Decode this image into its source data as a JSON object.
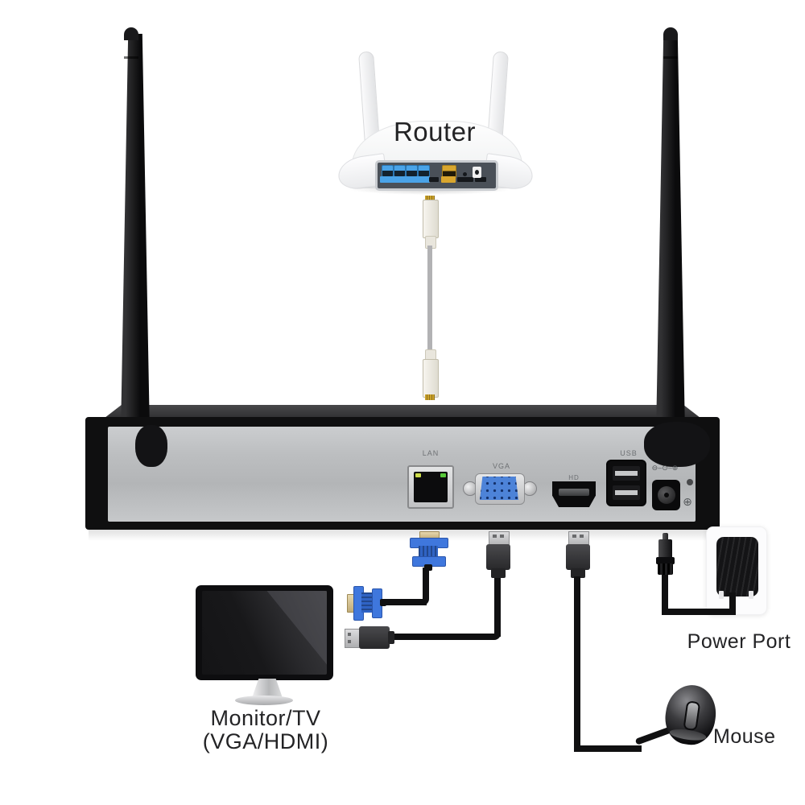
{
  "router": {
    "label": "Router"
  },
  "nvr": {
    "port_labels": {
      "lan": "LAN",
      "vga": "VGA",
      "hd": "HD",
      "usb": "USB"
    },
    "polarity_symbol": "⊖–⊙–⊕",
    "ground_symbol": "⊕"
  },
  "monitor": {
    "label_line1": "Monitor/TV",
    "label_line2": "(VGA/HDMI)"
  },
  "power": {
    "label": "Power Port"
  },
  "mouse": {
    "label": "Mouse"
  },
  "colors": {
    "background": "#ffffff",
    "vga_connector_blue": "#3f77dd",
    "vga_port_blue": "#4d83d8",
    "router_lan_blue": "#4aa3e8",
    "router_wan_yellow": "#d9a62e",
    "cable_black": "#111111",
    "nvr_silver": "#c0c2c4",
    "rj45_gold": "#caa22b"
  }
}
